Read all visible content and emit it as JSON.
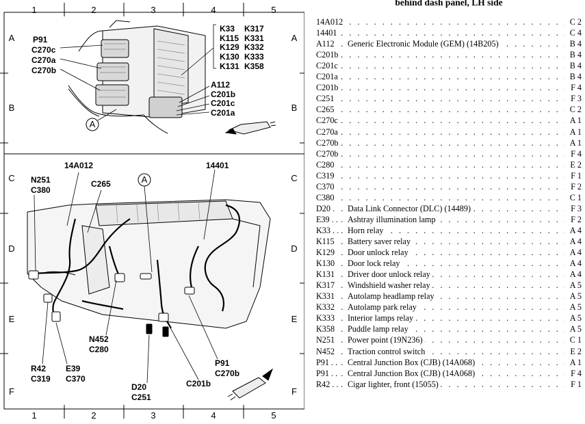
{
  "legend": {
    "title": "behind dash panel, LH side",
    "rows": [
      {
        "code": "14A012",
        "desc": "",
        "loc": "C 2"
      },
      {
        "code": "14401",
        "desc": "",
        "loc": "C 4"
      },
      {
        "code": "A112",
        "desc": "Generic Electronic Module (GEM) (14B205)",
        "loc": "B 4"
      },
      {
        "code": "C201b",
        "desc": "",
        "loc": "B 4"
      },
      {
        "code": "C201c",
        "desc": "",
        "loc": "B 4"
      },
      {
        "code": "C201a",
        "desc": "",
        "loc": "B 4"
      },
      {
        "code": "C201b",
        "desc": "",
        "loc": "F 4"
      },
      {
        "code": "C251",
        "desc": "",
        "loc": "F 3"
      },
      {
        "code": "C265",
        "desc": "",
        "loc": "C 2"
      },
      {
        "code": "C270c",
        "desc": "",
        "loc": "A 1"
      },
      {
        "code": "C270a",
        "desc": "",
        "loc": "A 1"
      },
      {
        "code": "C270b",
        "desc": "",
        "loc": "A 1"
      },
      {
        "code": "C270b",
        "desc": "",
        "loc": "F 4"
      },
      {
        "code": "C280",
        "desc": "",
        "loc": "E 2"
      },
      {
        "code": "C319",
        "desc": "",
        "loc": "F 1"
      },
      {
        "code": "C370",
        "desc": "",
        "loc": "F 2"
      },
      {
        "code": "C380",
        "desc": "",
        "loc": "C 1"
      },
      {
        "code": "D20",
        "desc": "Data Link Connector (DLC) (14489)",
        "loc": "F 3"
      },
      {
        "code": "E39 . .",
        "desc": "Ashtray illumination lamp",
        "loc": "F 2"
      },
      {
        "code": "K33 . .",
        "desc": "Horn relay",
        "loc": "A 4"
      },
      {
        "code": "K115",
        "desc": "Battery saver relay",
        "loc": "A 4"
      },
      {
        "code": "K129",
        "desc": "Door unlock relay",
        "loc": "A 4"
      },
      {
        "code": "K130",
        "desc": "Door lock relay",
        "loc": "A 4"
      },
      {
        "code": "K131",
        "desc": "Driver door unlock relay",
        "loc": "A 4"
      },
      {
        "code": "K317",
        "desc": "Windshield washer relay",
        "loc": "A 5"
      },
      {
        "code": "K331",
        "desc": "Autolamp headlamp relay",
        "loc": "A 5"
      },
      {
        "code": "K332",
        "desc": "Autolamp park relay",
        "loc": "A 5"
      },
      {
        "code": "K333",
        "desc": "Interior lamps relay",
        "loc": "A 5"
      },
      {
        "code": "K358",
        "desc": "Puddle lamp relay",
        "loc": "A 5"
      },
      {
        "code": "N251",
        "desc": "Power point (19N236)",
        "loc": "C 1"
      },
      {
        "code": "N452",
        "desc": "Traction control switch",
        "loc": "E 2"
      },
      {
        "code": "P91 . .",
        "desc": "Central Junction Box (CJB) (14A068)",
        "loc": "A 1"
      },
      {
        "code": "P91 . .",
        "desc": "Central Junction Box (CJB) (14A068)",
        "loc": "F 4"
      },
      {
        "code": "R42 . .",
        "desc": "Cigar lighter, front (15055)",
        "loc": "F 1"
      }
    ]
  },
  "grid": {
    "cols": [
      "1",
      "2",
      "3",
      "4",
      "5"
    ],
    "rows": [
      "A",
      "B",
      "C",
      "D",
      "E",
      "F"
    ]
  },
  "callouts": {
    "top_left": [
      "P91",
      "C270c",
      "C270a",
      "C270b"
    ],
    "relays_col1": [
      "K33",
      "K115",
      "K129",
      "K130",
      "K131"
    ],
    "relays_col2": [
      "K317",
      "K331",
      "K332",
      "K333",
      "K358"
    ],
    "gem_group": [
      "A112",
      "C201b",
      "C201c",
      "C201a"
    ],
    "view_marker": "A",
    "n251": [
      "N251",
      "C380"
    ],
    "c14a012": "14A012",
    "c265": "C265",
    "c14401": "14401",
    "n452": [
      "N452",
      "C280"
    ],
    "r42": [
      "R42",
      "C319"
    ],
    "e39": [
      "E39",
      "C370"
    ],
    "d20": [
      "D20",
      "C251"
    ],
    "c201b_bottom": "C201b",
    "p91_bottom": [
      "P91",
      "C270b"
    ]
  }
}
